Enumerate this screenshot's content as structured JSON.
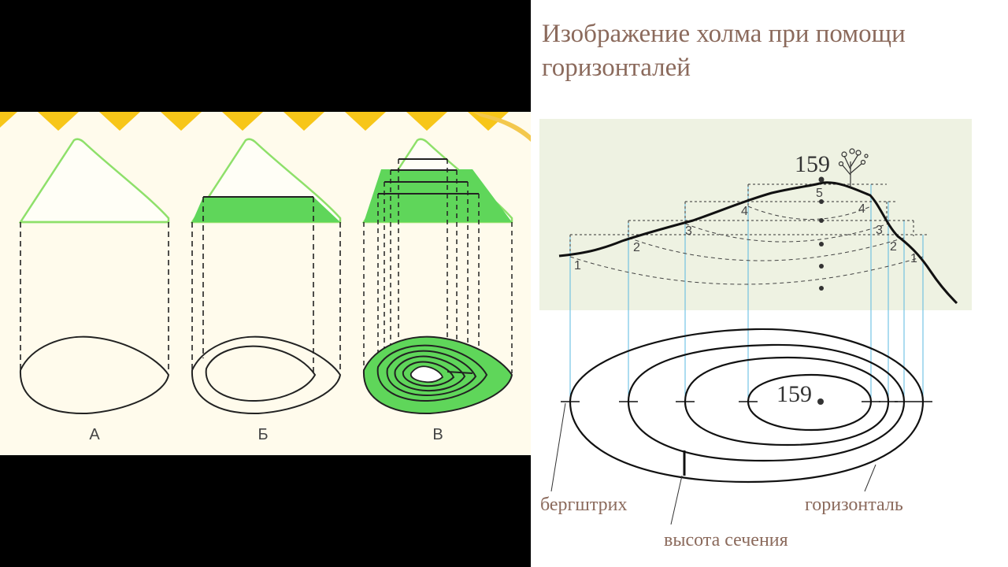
{
  "slide": {
    "title": "Изображение холма при помощи горизонталей"
  },
  "left_panel": {
    "figures": [
      {
        "label": "А"
      },
      {
        "label": "Б"
      },
      {
        "label": "В"
      }
    ],
    "colors": {
      "green_fill": "#5fd65a",
      "green_outline": "#8ee06a",
      "yellow_zigzag": "#f7c619",
      "background": "#fffbec"
    }
  },
  "right_panel": {
    "profile": {
      "summit_height": "159",
      "level_numbers_left": [
        "1",
        "2",
        "3",
        "4",
        "5"
      ],
      "level_numbers_right": [
        "4",
        "3",
        "2",
        "1"
      ],
      "panel_color": "#eef2e2"
    },
    "plan": {
      "summit_height": "159"
    },
    "callouts": {
      "bergstrich": "бергштрих",
      "contour": "горизонталь",
      "section_height": "высота сечения"
    },
    "colors": {
      "callout_text": "#8b6a5c",
      "projection_lines": "#5ab8e0"
    }
  }
}
